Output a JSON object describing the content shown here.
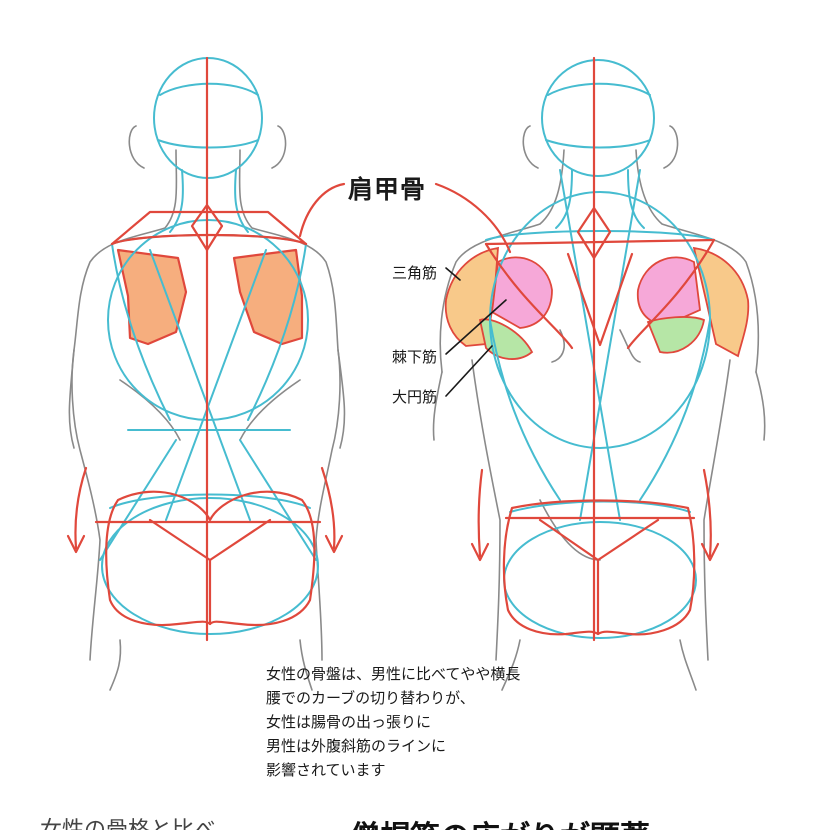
{
  "labels": {
    "scapula": "肩甲骨",
    "deltoid": "三角筋",
    "infraspinatus": "棘下筋",
    "teres_major": "大円筋"
  },
  "caption": [
    "女性の骨盤は、男性に比べてやや横長",
    "腰でのカーブの切り替わりが、",
    "女性は腸骨の出っ張りに",
    "男性は外腹斜筋のラインに",
    "影響されています"
  ],
  "cutoff_text": {
    "left": "女性の骨格と比べ",
    "right": "僧帽筋の広がりが顕著"
  },
  "colors": {
    "construction_red": "#e0483c",
    "construction_cyan": "#46bcd0",
    "sketch_gray": "#8a8a8a",
    "scapula_fill": "#f6ae7e",
    "deltoid_fill": "#f8c98a",
    "infraspinatus_fill": "#f6a8d8",
    "teres_major_fill": "#b6e6a6"
  }
}
